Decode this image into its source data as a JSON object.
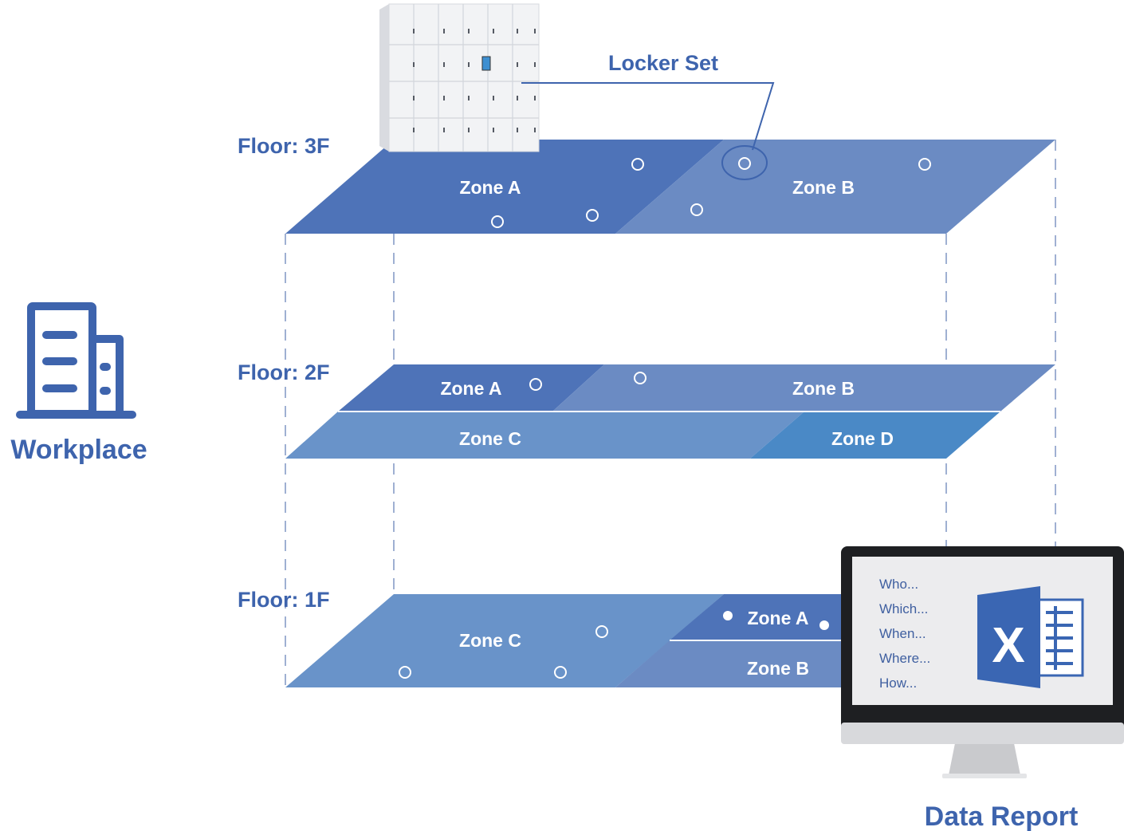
{
  "workplace": {
    "label": "Workplace",
    "icon": "building-icon"
  },
  "locker_callout": {
    "label": "Locker Set"
  },
  "floors": [
    {
      "label": "Floor: 3F",
      "zones": [
        "Zone A",
        "Zone B"
      ]
    },
    {
      "label": "Floor: 2F",
      "zones": [
        "Zone A",
        "Zone B",
        "Zone C",
        "Zone D"
      ]
    },
    {
      "label": "Floor: 1F",
      "zones": [
        "Zone C",
        "Zone A",
        "Zone B"
      ]
    }
  ],
  "report": {
    "label": "Data Report",
    "lines": [
      "Who...",
      "Which...",
      "When...",
      "Where...",
      "How..."
    ],
    "app_icon": "excel-icon",
    "app_letter": "X"
  },
  "colors": {
    "brand": "#3e64ad",
    "zone_dark": "#4e73b8",
    "zone_mid": "#6b8bc3",
    "zone_light": "#6993c9",
    "zone_bright": "#4a89c6",
    "excel_blue": "#3a66b3"
  }
}
